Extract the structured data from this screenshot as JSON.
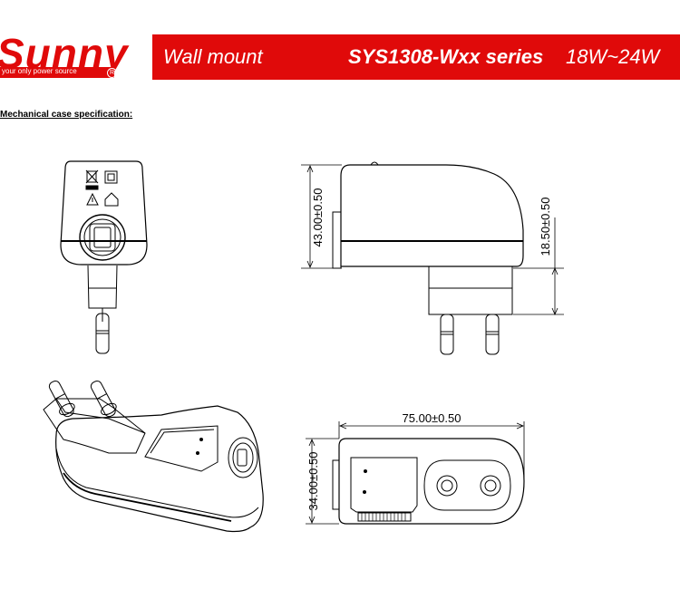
{
  "header": {
    "logo": {
      "brand": "Sunny",
      "tagline": "your only power source",
      "mark": "R",
      "color": "#e00a0a"
    },
    "mount": "Wall mount",
    "series": "SYS1308-Wxx series",
    "power": "18W~24W"
  },
  "section_title": "Mechanical case specification:",
  "dimensions": {
    "side_height": "43.00±0.50",
    "plug_height": "18.50±0.50",
    "length": "75.00±0.50",
    "width": "34.00±0.50"
  },
  "views": {
    "front": {
      "icons": [
        "wheelie-bin-crossed-icon",
        "double-insulation-icon",
        "warning-triangle-icon",
        "house-indoor-icon"
      ]
    }
  }
}
